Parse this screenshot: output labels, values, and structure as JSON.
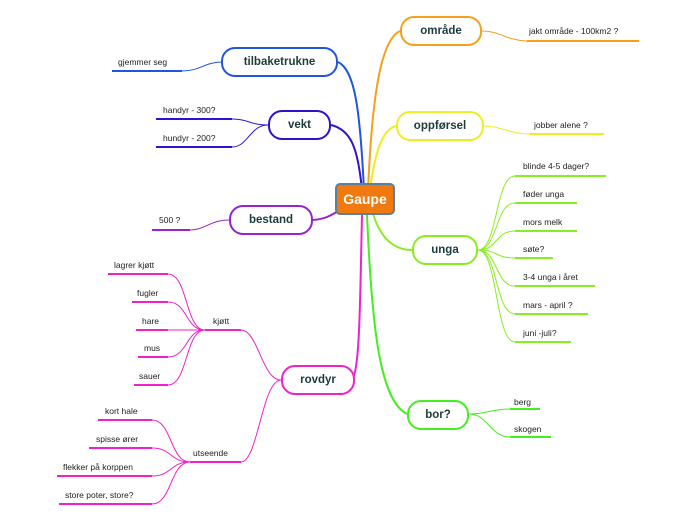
{
  "root": "Gaupe",
  "branches": {
    "omrade": "område",
    "tilbaketrukne": "tilbaketrukne",
    "vekt": "vekt",
    "oppforsel": "oppførsel",
    "bestand": "bestand",
    "unga": "unga",
    "rovdyr": "rovdyr",
    "bor": "bor?"
  },
  "leaves": {
    "omrade": [
      "jakt område - 100km2 ?"
    ],
    "tilbaketrukne": [
      "gjemmer seg"
    ],
    "vekt": [
      "handyr - 300?",
      "hundyr - 200?"
    ],
    "oppforsel": [
      "jobber alene ?"
    ],
    "bestand": [
      "500 ?"
    ],
    "unga": [
      "blinde 4-5 dager?",
      "føder unga",
      "mors melk",
      "søte?",
      "3-4 unga i året",
      "mars - april ?",
      "juni -juli?"
    ],
    "rovdyr_groups": [
      "kjøtt",
      "utseende"
    ],
    "kjott": [
      "lagrer kjøtt",
      "fugler",
      "hare",
      "mus",
      "sauer"
    ],
    "utseende": [
      "kort hale",
      "spisse ører",
      "flekker på korppen",
      "store poter, store?"
    ],
    "bor": [
      "berg",
      "skogen"
    ]
  },
  "colors": {
    "omrade": "#f5a01a",
    "tilbaketrukne": "#2255dd",
    "vekt": "#3311cc",
    "oppforsel": "#eeee22",
    "bestand": "#9922cc",
    "unga": "#88ee22",
    "rovdyr": "#ee22cc",
    "bor": "#44ee22",
    "root_fill": "#f07a10"
  }
}
